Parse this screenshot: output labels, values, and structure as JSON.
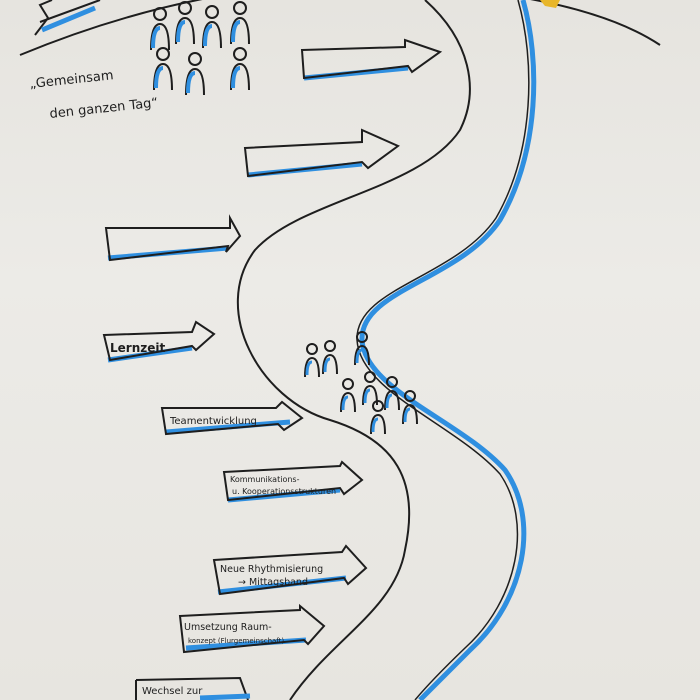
{
  "quote": {
    "line1": "„Gemeinsam",
    "line2": "den ganzen Tag“"
  },
  "arrows": [
    {
      "label": ""
    },
    {
      "label": ""
    },
    {
      "label": ""
    },
    {
      "label": "Lernzeit"
    },
    {
      "label": "Teamentwicklung"
    },
    {
      "label": "Kommunikations-",
      "label2": "u. Kooperationsstrukturen"
    },
    {
      "label": "Neue Rhythmisierung",
      "label2": "→ Mittagsband"
    },
    {
      "label": "Umsetzung Raum-",
      "label2": "konzept (Flurgemeinschaft)"
    },
    {
      "label": "Wechsel zur"
    }
  ],
  "colors": {
    "paper": "#ecebe7",
    "ink": "#1e1e1e",
    "accent_blue": "#2f8fe0",
    "accent_yellow": "#e8b62a"
  }
}
